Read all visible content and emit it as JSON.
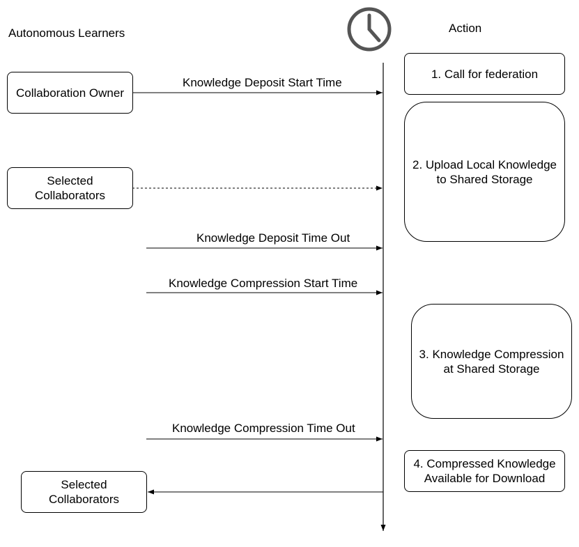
{
  "headers": {
    "left": "Autonomous Learners",
    "right": "Action"
  },
  "icons": {
    "clock": "clock-icon"
  },
  "actors": {
    "owner": "Collaboration Owner",
    "selected_1": [
      "Selected",
      "Collaborators"
    ],
    "selected_2": [
      "Selected",
      "Collaborators"
    ]
  },
  "messages": {
    "deposit_start": "Knowledge Deposit Start Time",
    "deposit_timeout": "Knowledge Deposit Time Out",
    "compression_start": "Knowledge Compression Start Time",
    "compression_timeout": "Knowledge Compression Time Out"
  },
  "actions": {
    "a1": [
      "1. Call for federation"
    ],
    "a2": [
      "2. Upload Local Knowledge",
      "to Shared Storage"
    ],
    "a3": [
      "3. Knowledge Compression",
      "at Shared Storage"
    ],
    "a4": [
      "4. Compressed Knowledge",
      "Available for Download"
    ]
  },
  "colors": {
    "clock": "#555555",
    "line": "#000000"
  }
}
